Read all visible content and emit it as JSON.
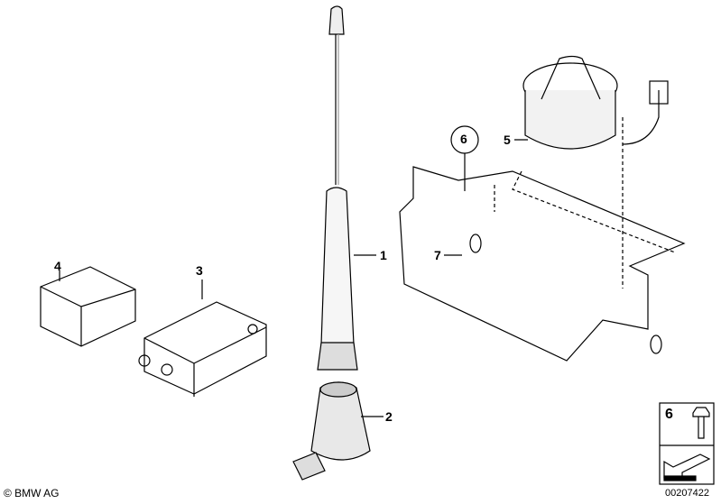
{
  "callouts": [
    "1",
    "2",
    "3",
    "4",
    "5",
    "6",
    "7"
  ],
  "legend": {
    "number": "6",
    "part": "bolt"
  },
  "copyright": "© BMW AG",
  "diagram_code": "00207422"
}
